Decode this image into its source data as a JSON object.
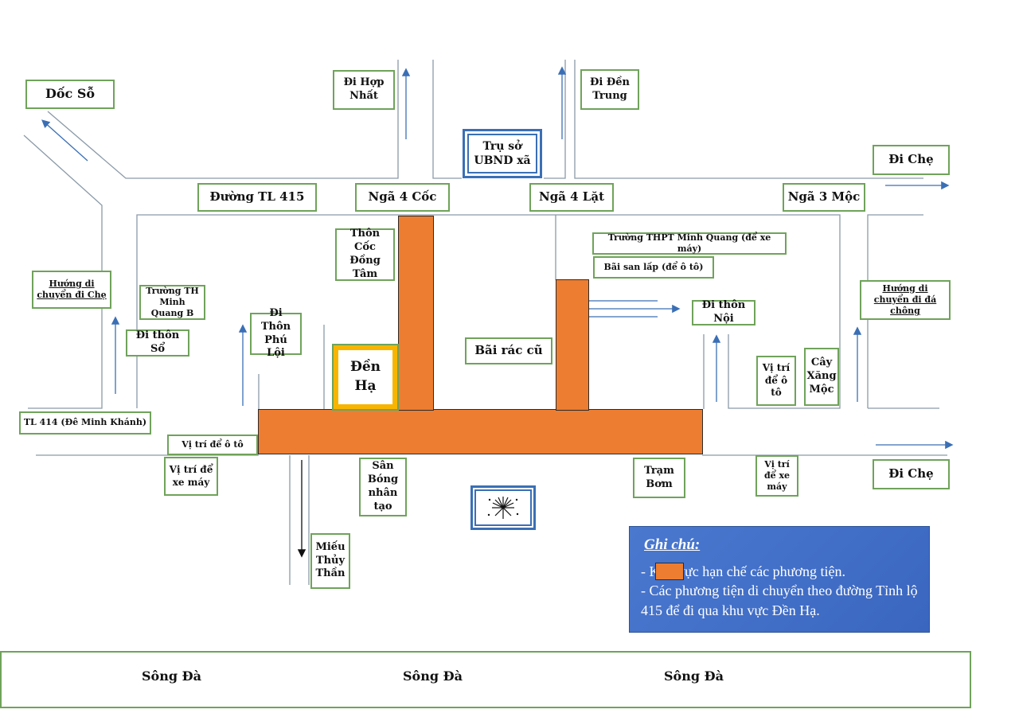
{
  "labels": {
    "doc_so": "Dốc Sỗ",
    "di_hop_nhat": "Đi Hợp Nhất",
    "tru_so": "Trụ sở UBND xã",
    "di_den_trung": "Đi Đền Trung",
    "di_che_top": "Đi Chẹ",
    "duong_tl415": "Đường TL 415",
    "nga4_coc": "Ngã 4 Cốc",
    "nga4_lat": "Ngã 4 Lặt",
    "nga3_moc": "Ngã 3 Mộc",
    "thon_coc": "Thôn Cốc Đồng Tâm",
    "truong_thpt": "Trường THPT Minh Quang (để xe máy)",
    "bai_san_lap": "Bãi san lấp (để ô tô)",
    "huong_di_che": "Hướng di chuyển đi Chẹ",
    "truong_th": "Trường TH Minh Quang B",
    "di_thon_so": "Đi thôn Sổ",
    "di_thon_phu_loi": "Đi Thôn Phú Lội",
    "den_ha": "Đền Hạ",
    "bai_rac": "Bãi rác cũ",
    "di_thon_noi": "Đi thôn Nội",
    "huong_da_chong": "Hướng di chuyển đi đá chông",
    "vi_tri_oto_right": "Vị trí để ô tô",
    "cay_xang": "Cây Xăng Mộc",
    "tl414": "TL 414 (Đê Minh Khánh)",
    "vi_tri_oto_left": "Vị trí để ô tô",
    "vi_tri_xe_may_left": "Vị trí để xe máy",
    "san_bong": "Sân Bóng nhân tạo",
    "tram_bom": "Trạm Bơm",
    "vi_tri_xe_may_right": "Vị trí để xe máy",
    "di_che_bottom": "Đi Chẹ",
    "mieu_thuy_than": "Miếu Thủy Thần"
  },
  "legend": {
    "title": "Ghi chú:",
    "line1": "-            Khu vực hạn chế các phương tiện.",
    "line2": "- Các phương tiện di chuyển theo đường Tỉnh lộ 415 để đi qua khu vực Đền Hạ."
  },
  "river": {
    "label1": "Sông Đà",
    "label2": "Sông Đà",
    "label3": "Sông Đà"
  },
  "colors": {
    "restricted_zone": "#ed7d31",
    "box_border": "#6fa35a",
    "office_border": "#3a6fb5",
    "temple_border": "#f7b500",
    "legend_bg": "#3f6fc6",
    "road_line": "#8a9aa8",
    "arrow": "#3a6fb5"
  },
  "icons": {
    "firework": "firework-icon"
  }
}
